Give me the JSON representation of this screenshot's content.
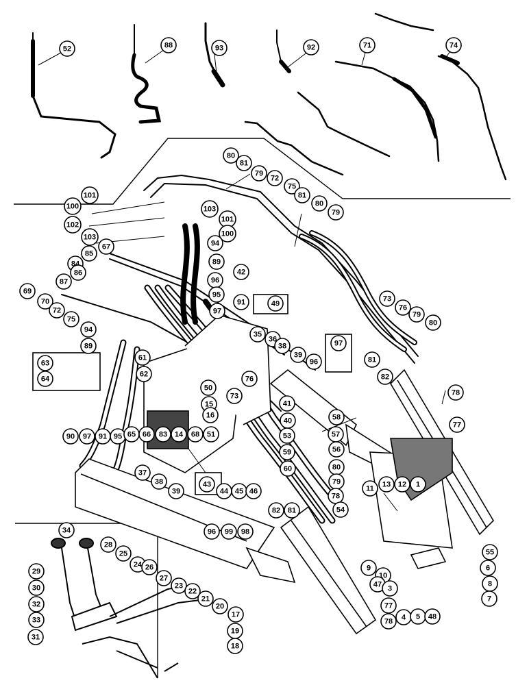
{
  "callouts": [
    {
      "id": "c52",
      "label": "52"
    },
    {
      "id": "c88",
      "label": "88"
    },
    {
      "id": "c93",
      "label": "93"
    },
    {
      "id": "c92",
      "label": "92"
    },
    {
      "id": "c71",
      "label": "71"
    },
    {
      "id": "c74",
      "label": "74"
    },
    {
      "id": "c80a",
      "label": "80"
    },
    {
      "id": "c81a",
      "label": "81"
    },
    {
      "id": "c79a",
      "label": "79"
    },
    {
      "id": "c72a",
      "label": "72"
    },
    {
      "id": "c101a",
      "label": "101"
    },
    {
      "id": "c75a",
      "label": "75"
    },
    {
      "id": "c81b",
      "label": "81"
    },
    {
      "id": "c80b",
      "label": "80"
    },
    {
      "id": "c79b",
      "label": "79"
    },
    {
      "id": "c100a",
      "label": "100"
    },
    {
      "id": "c103a",
      "label": "103"
    },
    {
      "id": "c101b",
      "label": "101"
    },
    {
      "id": "c102",
      "label": "102"
    },
    {
      "id": "c100b",
      "label": "100"
    },
    {
      "id": "c103b",
      "label": "103"
    },
    {
      "id": "c94a",
      "label": "94"
    },
    {
      "id": "c67",
      "label": "67"
    },
    {
      "id": "c89a",
      "label": "89"
    },
    {
      "id": "c85",
      "label": "85"
    },
    {
      "id": "c84",
      "label": "84"
    },
    {
      "id": "c42",
      "label": "42"
    },
    {
      "id": "c86",
      "label": "86"
    },
    {
      "id": "c96a",
      "label": "96"
    },
    {
      "id": "c87",
      "label": "87"
    },
    {
      "id": "c69",
      "label": "69"
    },
    {
      "id": "c95a",
      "label": "95"
    },
    {
      "id": "c70",
      "label": "70"
    },
    {
      "id": "c91a",
      "label": "91"
    },
    {
      "id": "c72b",
      "label": "72"
    },
    {
      "id": "c97a",
      "label": "97"
    },
    {
      "id": "c73a",
      "label": "73"
    },
    {
      "id": "c76a",
      "label": "76"
    },
    {
      "id": "c75b",
      "label": "75"
    },
    {
      "id": "c94b",
      "label": "94"
    },
    {
      "id": "c79c",
      "label": "79"
    },
    {
      "id": "c80c",
      "label": "80"
    },
    {
      "id": "c35",
      "label": "35"
    },
    {
      "id": "c36",
      "label": "36"
    },
    {
      "id": "c38a",
      "label": "38"
    },
    {
      "id": "c39a",
      "label": "39"
    },
    {
      "id": "c96b",
      "label": "96"
    },
    {
      "id": "c89b",
      "label": "89"
    },
    {
      "id": "c81c",
      "label": "81"
    },
    {
      "id": "c82a",
      "label": "82"
    },
    {
      "id": "c61",
      "label": "61"
    },
    {
      "id": "c62",
      "label": "62"
    },
    {
      "id": "c78a",
      "label": "78"
    },
    {
      "id": "c50",
      "label": "50"
    },
    {
      "id": "c76b",
      "label": "76"
    },
    {
      "id": "c73b",
      "label": "73"
    },
    {
      "id": "c15",
      "label": "15"
    },
    {
      "id": "c16",
      "label": "16"
    },
    {
      "id": "c41",
      "label": "41"
    },
    {
      "id": "c58",
      "label": "58"
    },
    {
      "id": "c77a",
      "label": "77"
    },
    {
      "id": "c40",
      "label": "40"
    },
    {
      "id": "c57",
      "label": "57"
    },
    {
      "id": "c90",
      "label": "90"
    },
    {
      "id": "c97b",
      "label": "97"
    },
    {
      "id": "c91b",
      "label": "91"
    },
    {
      "id": "c95b",
      "label": "95"
    },
    {
      "id": "c65",
      "label": "65"
    },
    {
      "id": "c66",
      "label": "66"
    },
    {
      "id": "c83",
      "label": "83"
    },
    {
      "id": "c14",
      "label": "14"
    },
    {
      "id": "c68",
      "label": "68"
    },
    {
      "id": "c51",
      "label": "51"
    },
    {
      "id": "c53",
      "label": "53"
    },
    {
      "id": "c56",
      "label": "56"
    },
    {
      "id": "c59",
      "label": "59"
    },
    {
      "id": "c60",
      "label": "60"
    },
    {
      "id": "c37",
      "label": "37"
    },
    {
      "id": "c38b",
      "label": "38"
    },
    {
      "id": "c39b",
      "label": "39"
    },
    {
      "id": "c80d",
      "label": "80"
    },
    {
      "id": "c79d",
      "label": "79"
    },
    {
      "id": "c78b",
      "label": "78"
    },
    {
      "id": "c44",
      "label": "44"
    },
    {
      "id": "c45",
      "label": "45"
    },
    {
      "id": "c46",
      "label": "46"
    },
    {
      "id": "c82b",
      "label": "82"
    },
    {
      "id": "c81d",
      "label": "81"
    },
    {
      "id": "c54",
      "label": "54"
    },
    {
      "id": "c11",
      "label": "11"
    },
    {
      "id": "c13",
      "label": "13"
    },
    {
      "id": "c12",
      "label": "12"
    },
    {
      "id": "c1",
      "label": "1"
    },
    {
      "id": "c55",
      "label": "55"
    },
    {
      "id": "c6",
      "label": "6"
    },
    {
      "id": "c8",
      "label": "8"
    },
    {
      "id": "c7",
      "label": "7"
    },
    {
      "id": "c9",
      "label": "9"
    },
    {
      "id": "c10",
      "label": "10"
    },
    {
      "id": "c47",
      "label": "47"
    },
    {
      "id": "c3",
      "label": "3"
    },
    {
      "id": "c4",
      "label": "4"
    },
    {
      "id": "c5",
      "label": "5"
    },
    {
      "id": "c48",
      "label": "48"
    },
    {
      "id": "c77b",
      "label": "77"
    },
    {
      "id": "c78c",
      "label": "78"
    },
    {
      "id": "c96c",
      "label": "96"
    },
    {
      "id": "c99",
      "label": "99"
    },
    {
      "id": "c98",
      "label": "98"
    },
    {
      "id": "c34",
      "label": "34"
    },
    {
      "id": "c28",
      "label": "28"
    },
    {
      "id": "c25",
      "label": "25"
    },
    {
      "id": "c24",
      "label": "24"
    },
    {
      "id": "c26",
      "label": "26"
    },
    {
      "id": "c27",
      "label": "27"
    },
    {
      "id": "c23",
      "label": "23"
    },
    {
      "id": "c22",
      "label": "22"
    },
    {
      "id": "c21",
      "label": "21"
    },
    {
      "id": "c20",
      "label": "20"
    },
    {
      "id": "c17",
      "label": "17"
    },
    {
      "id": "c19",
      "label": "19"
    },
    {
      "id": "c18",
      "label": "18"
    },
    {
      "id": "c29",
      "label": "29"
    },
    {
      "id": "c30",
      "label": "30"
    },
    {
      "id": "c32",
      "label": "32"
    },
    {
      "id": "c33",
      "label": "33"
    },
    {
      "id": "c31",
      "label": "31"
    },
    {
      "id": "c63",
      "label": "63"
    },
    {
      "id": "c64",
      "label": "64"
    },
    {
      "id": "c49",
      "label": "49"
    },
    {
      "id": "c97c",
      "label": "97"
    },
    {
      "id": "c43",
      "label": "43"
    }
  ]
}
